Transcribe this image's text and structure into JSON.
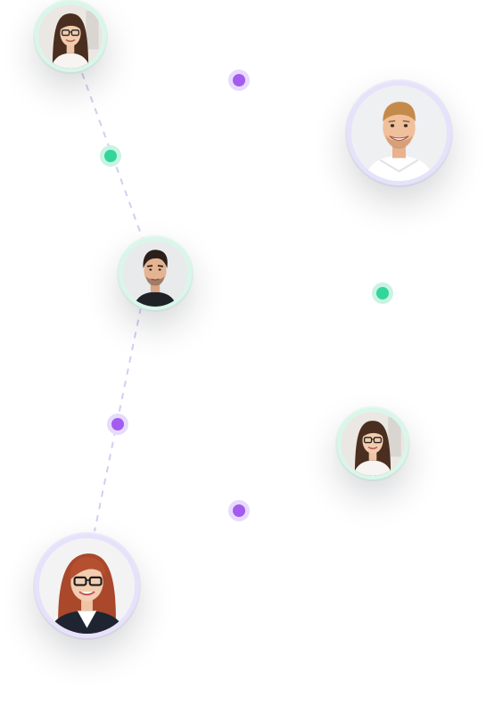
{
  "colors": {
    "dot_green": "#33d69a",
    "dot_purple": "#a35bf0",
    "connector_line": "#d4cdf3",
    "ring_mint": "#d8f7ea",
    "ring_lavender": "#e6e2fb"
  },
  "avatars": [
    {
      "name": "avatar-woman-glasses-brunette-top-left",
      "ring": "mint"
    },
    {
      "name": "avatar-man-smiling-chef-top-right",
      "ring": "lavender"
    },
    {
      "name": "avatar-man-dark-hair-center",
      "ring": "mint"
    },
    {
      "name": "avatar-woman-glasses-brunette-right",
      "ring": "mint"
    },
    {
      "name": "avatar-woman-red-hair-glasses-bottom-left",
      "ring": "lavender"
    }
  ],
  "dots": [
    {
      "name": "connector-dot-purple-top",
      "color": "purple"
    },
    {
      "name": "connector-dot-green-left",
      "color": "green"
    },
    {
      "name": "connector-dot-green-right",
      "color": "green"
    },
    {
      "name": "connector-dot-purple-left",
      "color": "purple"
    },
    {
      "name": "connector-dot-purple-bottom",
      "color": "purple"
    }
  ]
}
